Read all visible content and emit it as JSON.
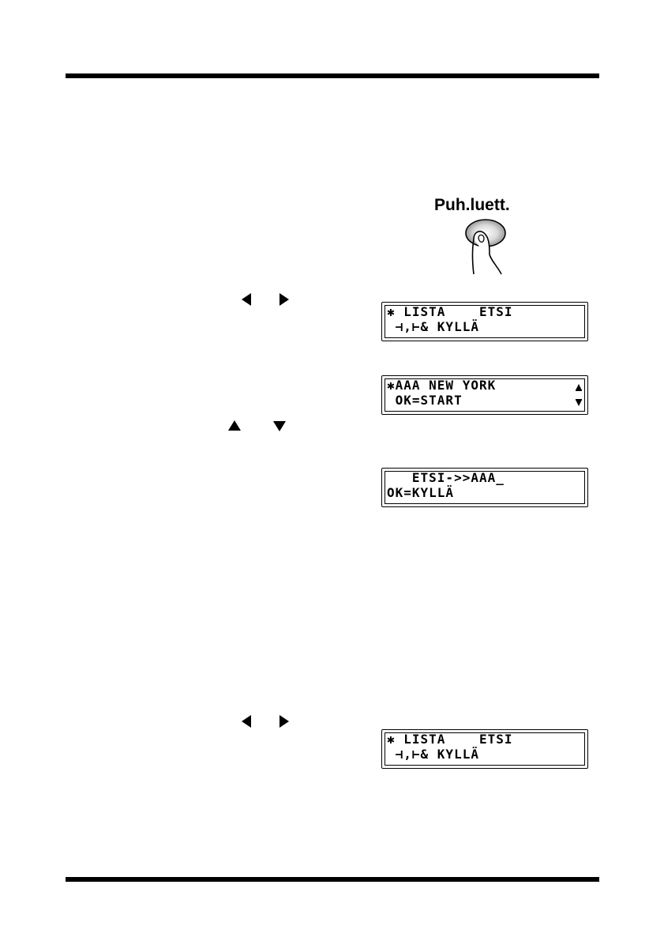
{
  "button": {
    "label": "Puh.luett."
  },
  "displays": [
    {
      "line1": "✱ LISTA    ETSI",
      "line2": " ⊣,⊢& KYLLÄ"
    },
    {
      "line1": "✱AAA NEW YORK",
      "line2": " OK=START"
    },
    {
      "line1": "   ETSI->>AAA_",
      "line2": "OK=KYLLÄ"
    },
    {
      "line1": "✱ LISTA    ETSI",
      "line2": " ⊣,⊢& KYLLÄ"
    }
  ]
}
